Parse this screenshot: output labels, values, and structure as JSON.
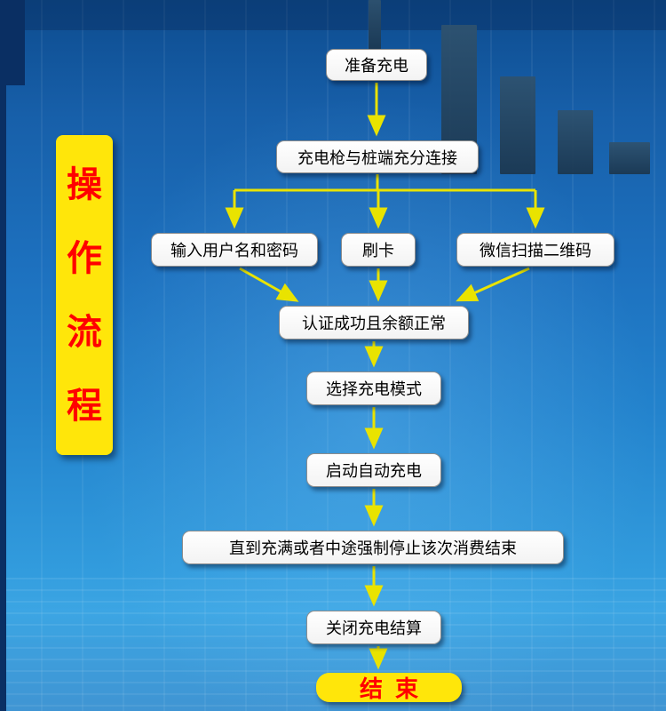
{
  "title": "操作流程",
  "banner": {
    "chars": [
      "操",
      "作",
      "流",
      "程"
    ]
  },
  "nodes": {
    "prepare": "准备充电",
    "connect": "充电枪与桩端充分连接",
    "username": "输入用户名和密码",
    "card": "刷卡",
    "wechat": "微信扫描二维码",
    "auth": "认证成功且余额正常",
    "mode": "选择充电模式",
    "autostart": "启动自动充电",
    "finish_condition": "直到充满或者中途强制停止该次消费结束",
    "settle": "关闭充电结算",
    "end": "结束"
  },
  "colors": {
    "arrow": "#e9e300",
    "banner_bg": "#ffe60a",
    "banner_text": "#ff0000",
    "node_bg": "#ffffff",
    "node_text": "#000000",
    "end_bg": "#ffe60a",
    "end_text": "#ff0000",
    "background_top": "#0d4c8f",
    "background_bottom": "#2c88cc"
  }
}
